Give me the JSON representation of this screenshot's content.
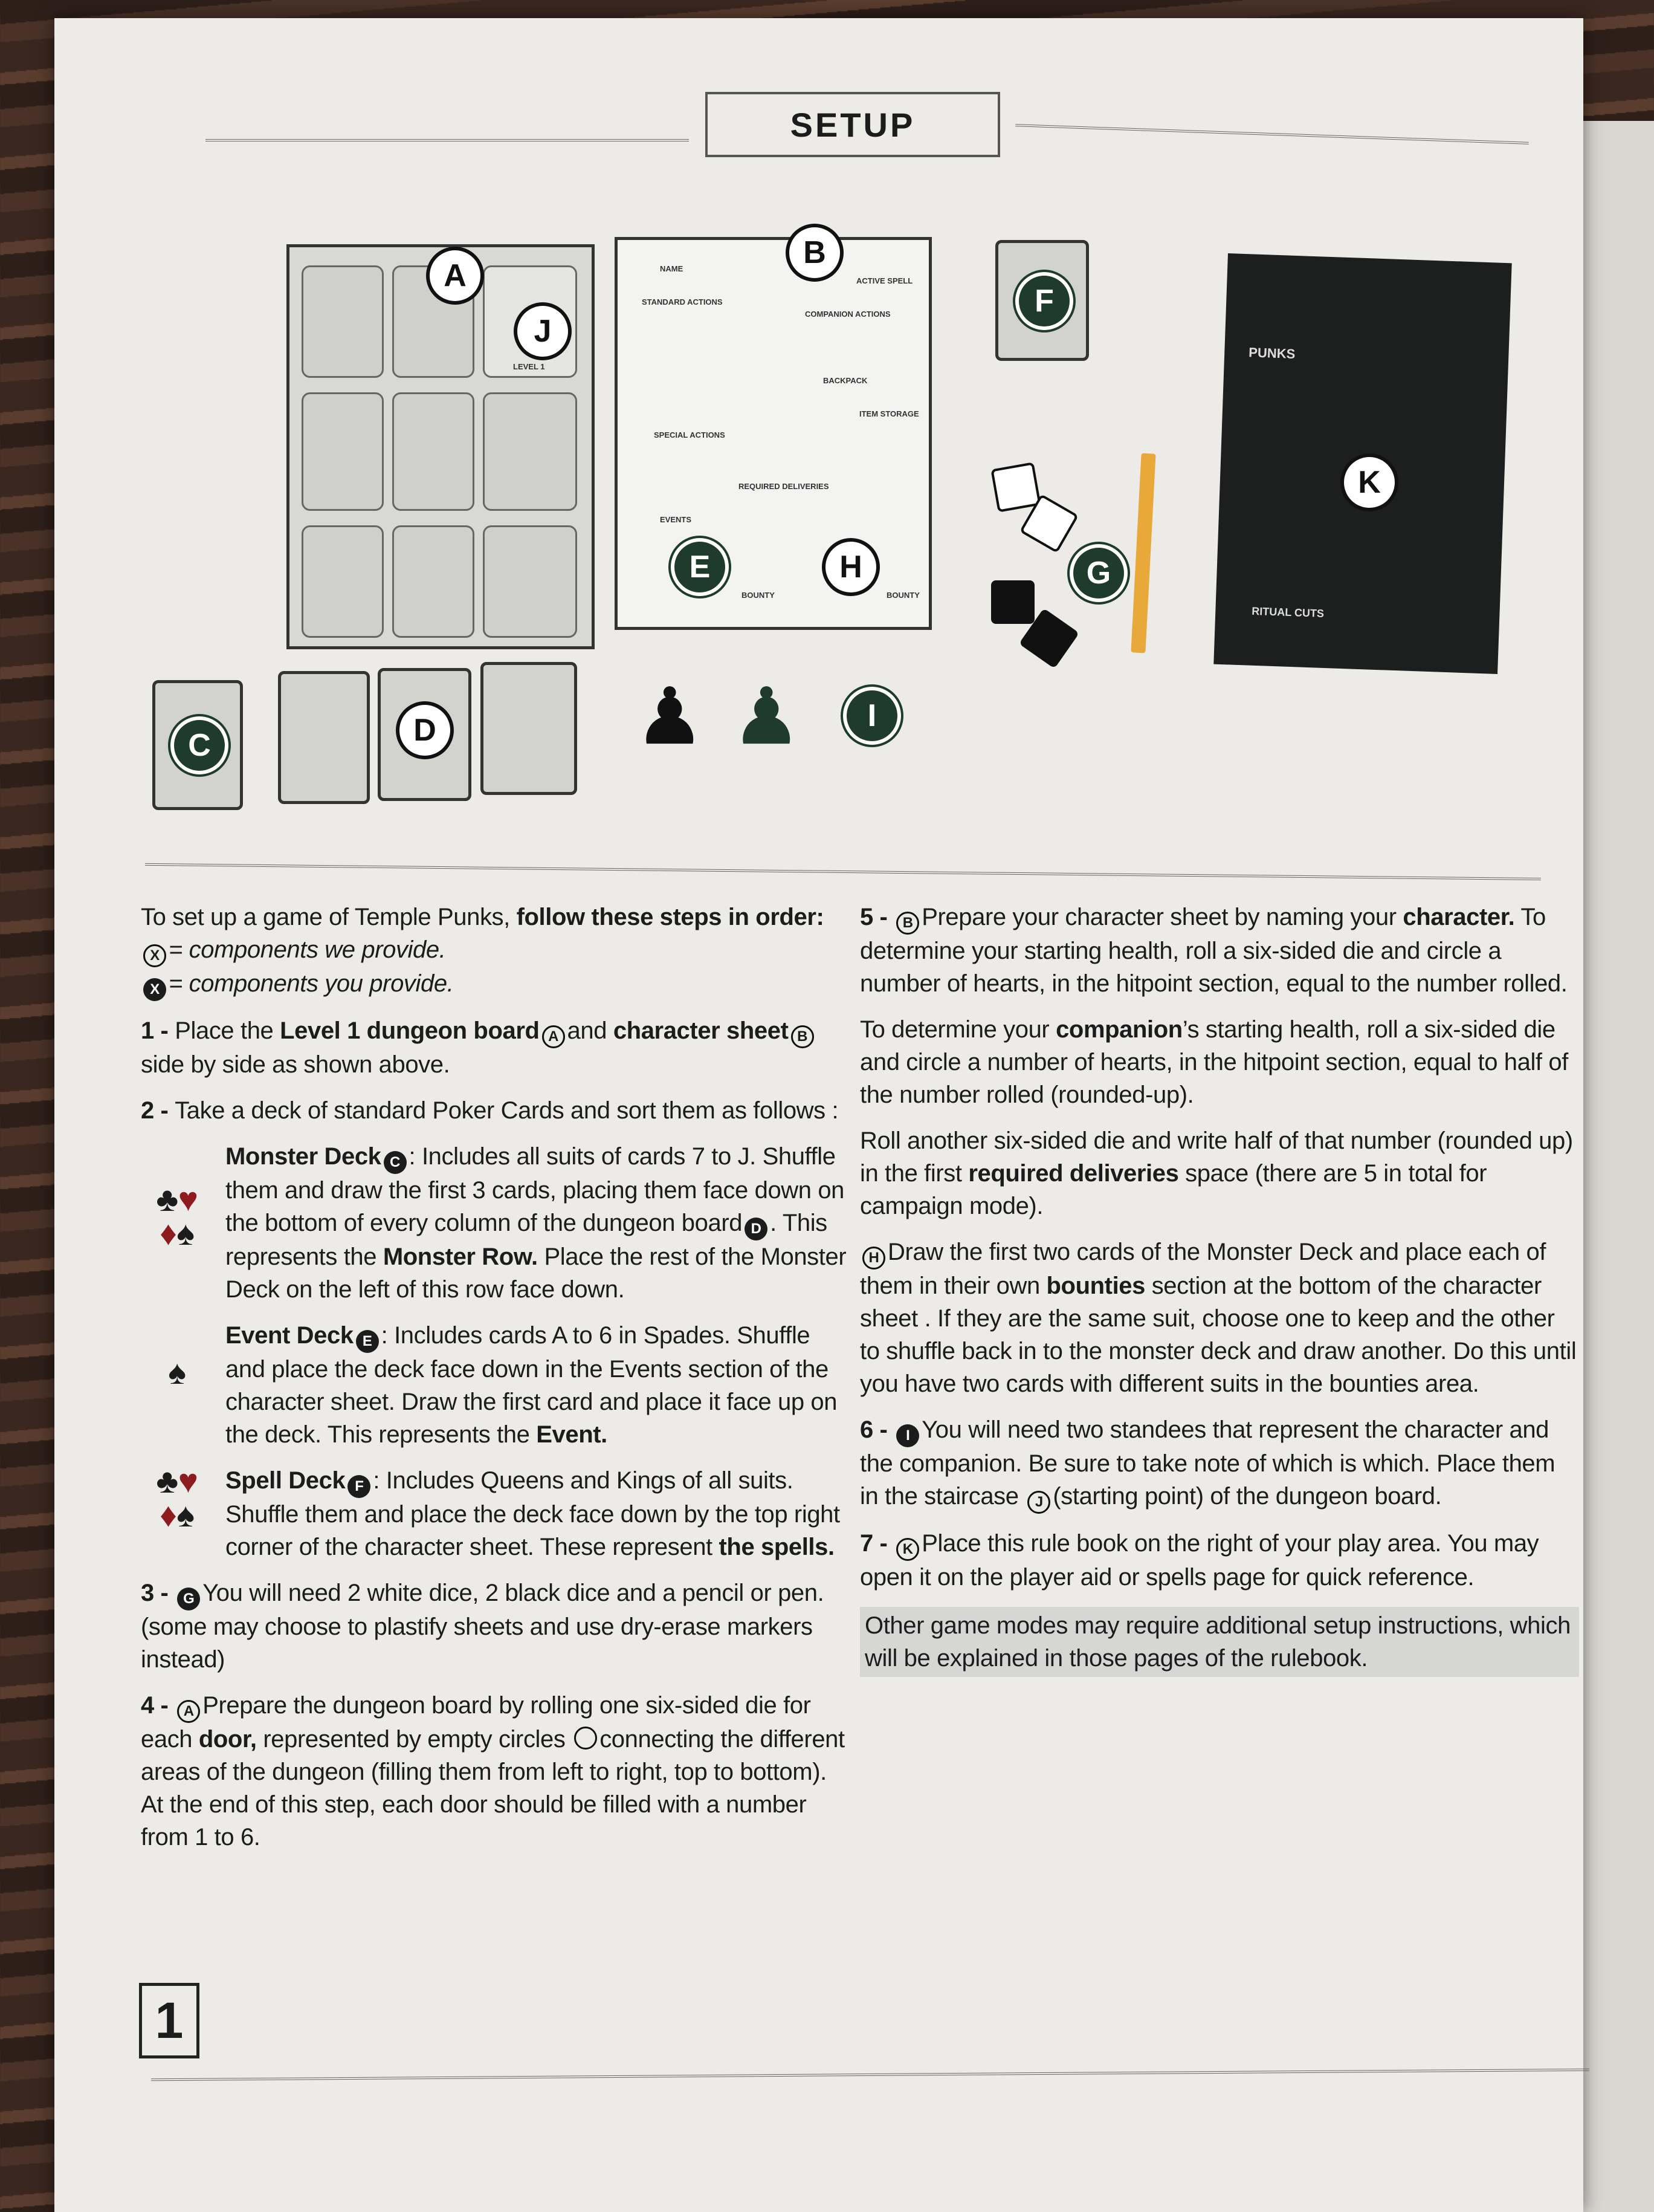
{
  "header": {
    "title": "SETUP"
  },
  "illustration": {
    "badges": {
      "A": "A",
      "B": "B",
      "C": "C",
      "D": "D",
      "E": "E",
      "F": "F",
      "G": "G",
      "H": "H",
      "I": "I",
      "J": "J",
      "K": "K"
    },
    "board_label": "LEVEL 1",
    "sheet_labels": [
      "NAME",
      "ACTIVE SPELL",
      "STANDARD ACTIONS",
      "COMPANION ACTIONS",
      "BACKPACK",
      "SPECIAL ACTIONS",
      "ITEM STORAGE",
      "EVENTS",
      "BOUNTY",
      "BOUNTY",
      "REQUIRED DELIVERIES"
    ],
    "book_title": "PUNKS",
    "book_subtitle": "RITUAL CUTS"
  },
  "left": [
    [
      {
        "t": "To set up a game of Temple Punks, "
      },
      {
        "b": "follow these steps in order:"
      },
      {
        "br": ""
      },
      {
        "mo": "X"
      },
      {
        "i": "= components we provide."
      },
      {
        "br": ""
      },
      {
        "mf": "X"
      },
      {
        "i": "= components you provide."
      }
    ],
    [
      {
        "b": "1 - "
      },
      {
        "t": "Place the "
      },
      {
        "b": "Level 1 dungeon board"
      },
      {
        "mo": "A"
      },
      {
        "t": "and "
      },
      {
        "b": "character sheet"
      },
      {
        "mo": "B"
      },
      {
        "t": " side by side as shown above."
      }
    ],
    [
      {
        "b": "2 - "
      },
      {
        "t": "Take a deck of standard Poker Cards and sort them as follows :"
      }
    ],
    [
      {
        "b": "Monster Deck"
      },
      {
        "mf": "C"
      },
      {
        "t": ": Includes all suits of cards 7 to J. Shuffle them and draw the first 3 cards, placing them face down on the bottom of every column of the dungeon board"
      },
      {
        "mf": "D"
      },
      {
        "t": ". This represents the "
      },
      {
        "b": "Monster Row."
      },
      {
        "t": " Place the rest of the Monster Deck on the left of this row face down."
      }
    ],
    [
      {
        "b": "Event Deck"
      },
      {
        "mf": "E"
      },
      {
        "t": ": Includes cards A to 6 in Spades. Shuffle and place the deck face down in the Events section of the character sheet. Draw the first card and place it face up on the deck. This represents the "
      },
      {
        "b": "Event."
      }
    ],
    [
      {
        "b": "Spell Deck"
      },
      {
        "mf": "F"
      },
      {
        "t": ": Includes Queens and Kings of all suits. Shuffle them and place the deck face down by the top right corner of the character sheet. These represent "
      },
      {
        "b": "the spells."
      }
    ],
    [
      {
        "b": "3 - "
      },
      {
        "mf": "G"
      },
      {
        "t": "You will need 2 white dice, 2 black dice and a pencil or pen. (some may choose to plastify sheets and use dry-erase markers instead)"
      }
    ],
    [
      {
        "b": "4 - "
      },
      {
        "mo": "A"
      },
      {
        "t": "Prepare the dungeon board by rolling one six-sided die for each "
      },
      {
        "b": "door,"
      },
      {
        "t": " represented by empty circles "
      },
      {
        "circ": ""
      },
      {
        "t": "connecting the different areas of the dungeon (filling them from left to right, top to bottom). At the end of this step, each door should be filled with a number from 1 to 6."
      }
    ]
  ],
  "suits": {
    "monster": [
      "♣",
      "♥",
      "♦",
      "♠"
    ],
    "event": [
      "♠"
    ],
    "spell": [
      "♣",
      "♥",
      "♦",
      "♠"
    ]
  },
  "right": [
    [
      {
        "b": "5 - "
      },
      {
        "mo": "B"
      },
      {
        "t": "Prepare your character sheet by naming your "
      },
      {
        "b": "character."
      },
      {
        "t": " To determine your starting health, roll a six-sided die and circle a number of hearts, in the hitpoint section, equal to the number rolled."
      }
    ],
    [
      {
        "t": "To determine your "
      },
      {
        "b": "companion"
      },
      {
        "t": "’s starting health, roll a six-sided die and circle a number of hearts, in the hitpoint section, equal to half of the number rolled (rounded-up)."
      }
    ],
    [
      {
        "t": "Roll another six-sided die and write half of that number (rounded up) in the first "
      },
      {
        "b": "required deliveries"
      },
      {
        "t": " space (there are 5 in total for campaign mode)."
      }
    ],
    [
      {
        "mo": "H"
      },
      {
        "t": "Draw the first two cards of the Monster Deck and place each of them in their own "
      },
      {
        "b": "bounties"
      },
      {
        "t": " section at the bottom of the character sheet . If they are the same suit, choose one to keep and the other to shuffle back in to the monster deck and draw another. Do this until you have two cards with different suits in the bounties area."
      }
    ],
    [
      {
        "b": "6 - "
      },
      {
        "mf": "I"
      },
      {
        "t": "You will need two standees that represent the character and the companion. Be sure to take note of which is which. Place them in the staircase "
      },
      {
        "mo": "J"
      },
      {
        "t": "(starting point) of the dungeon board."
      }
    ],
    [
      {
        "b": "7 - "
      },
      {
        "mo": "K"
      },
      {
        "t": "Place this rule book on the right of your play area. You may open it on the player aid or spells page for quick reference."
      }
    ],
    [
      {
        "t": "Other game modes may require additional setup instructions, which will be explained in those pages of the rulebook."
      }
    ]
  ],
  "footer": {
    "page_number": "1"
  }
}
